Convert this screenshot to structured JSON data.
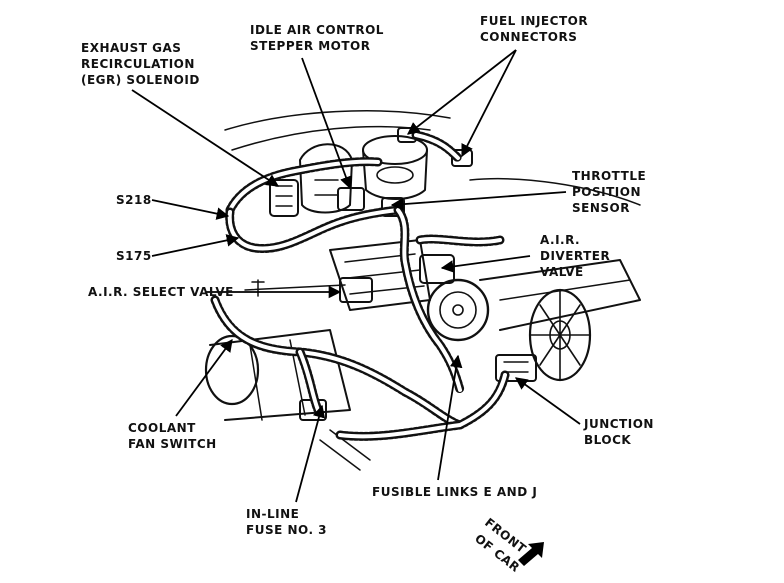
{
  "labels": {
    "egr": [
      "EXHAUST GAS",
      "RECIRCULATION",
      "(EGR) SOLENOID"
    ],
    "iac": [
      "IDLE AIR CONTROL",
      "STEPPER MOTOR"
    ],
    "injector": [
      "FUEL INJECTOR",
      "CONNECTORS"
    ],
    "tps": [
      "THROTTLE",
      "POSITION",
      "SENSOR"
    ],
    "s218": "S218",
    "s175": "S175",
    "diverter": [
      "A.I.R.",
      "DIVERTER",
      "VALVE"
    ],
    "air_select": "A.I.R. SELECT VALVE",
    "coolant": [
      "COOLANT",
      "FAN SWITCH"
    ],
    "junction": [
      "JUNCTION",
      "BLOCK"
    ],
    "fusible": "FUSIBLE LINKS E AND J",
    "inline_fuse": [
      "IN-LINE",
      "FUSE NO. 3"
    ],
    "front": [
      "FRONT",
      "OF CAR"
    ]
  }
}
